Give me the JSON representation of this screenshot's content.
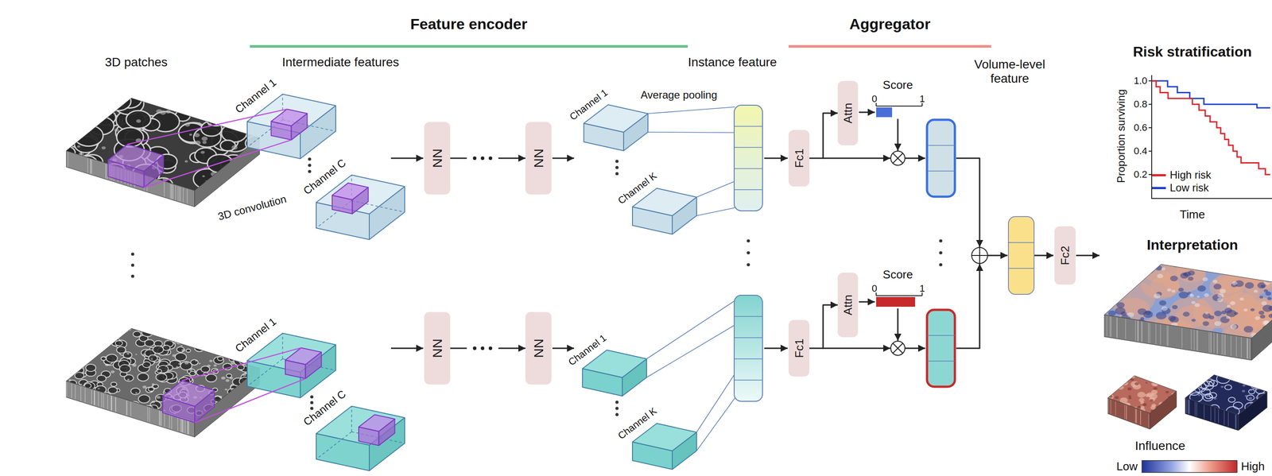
{
  "diagram": {
    "nodes": [
      {
        "text": [
          "NN"
        ]
      },
      {
        "text": [
          "NN"
        ]
      },
      {
        "text": [
          "NN"
        ]
      },
      {
        "text": [
          "NN"
        ]
      },
      {
        "text": [
          "Fc1"
        ]
      },
      {
        "text": [
          "Attn"
        ]
      },
      {
        "text": [
          "Fc1"
        ]
      },
      {
        "text": [
          "Attn"
        ]
      },
      {
        "text": [
          "Fc2"
        ]
      }
    ],
    "edges": [
      {
        "from": 0,
        "to": 1,
        "arrow": "to"
      },
      {
        "from": 2,
        "to": 3,
        "arrow": "to"
      },
      {
        "from": 4,
        "to": 5,
        "arrow": "to"
      },
      {
        "from": 6,
        "to": 7,
        "arrow": "to"
      }
    ],
    "labels": [
      "Feature encoder",
      "Aggregator",
      "3D patches",
      "Intermediate features",
      "Instance feature",
      "Volume-level feature",
      "Risk stratification",
      "Channel 1",
      "3D convolution",
      "Channel C",
      "Channel 1",
      "Channel C",
      "Channel 1",
      "Average pooling",
      "Channel K",
      "Channel 1",
      "Channel K",
      "Score",
      "0",
      "1",
      "Score",
      "0",
      "1",
      "Proportion surviving",
      "1.0",
      "0.8",
      "0.6",
      "0.4",
      "0.2",
      "Time",
      "Interpretation",
      "Influence",
      "Low",
      "High"
    ],
    "legend": [
      {
        "text": "High risk",
        "color": "#e0242a"
      },
      {
        "text": "Low risk",
        "color": "#1c3fd6"
      }
    ]
  }
}
